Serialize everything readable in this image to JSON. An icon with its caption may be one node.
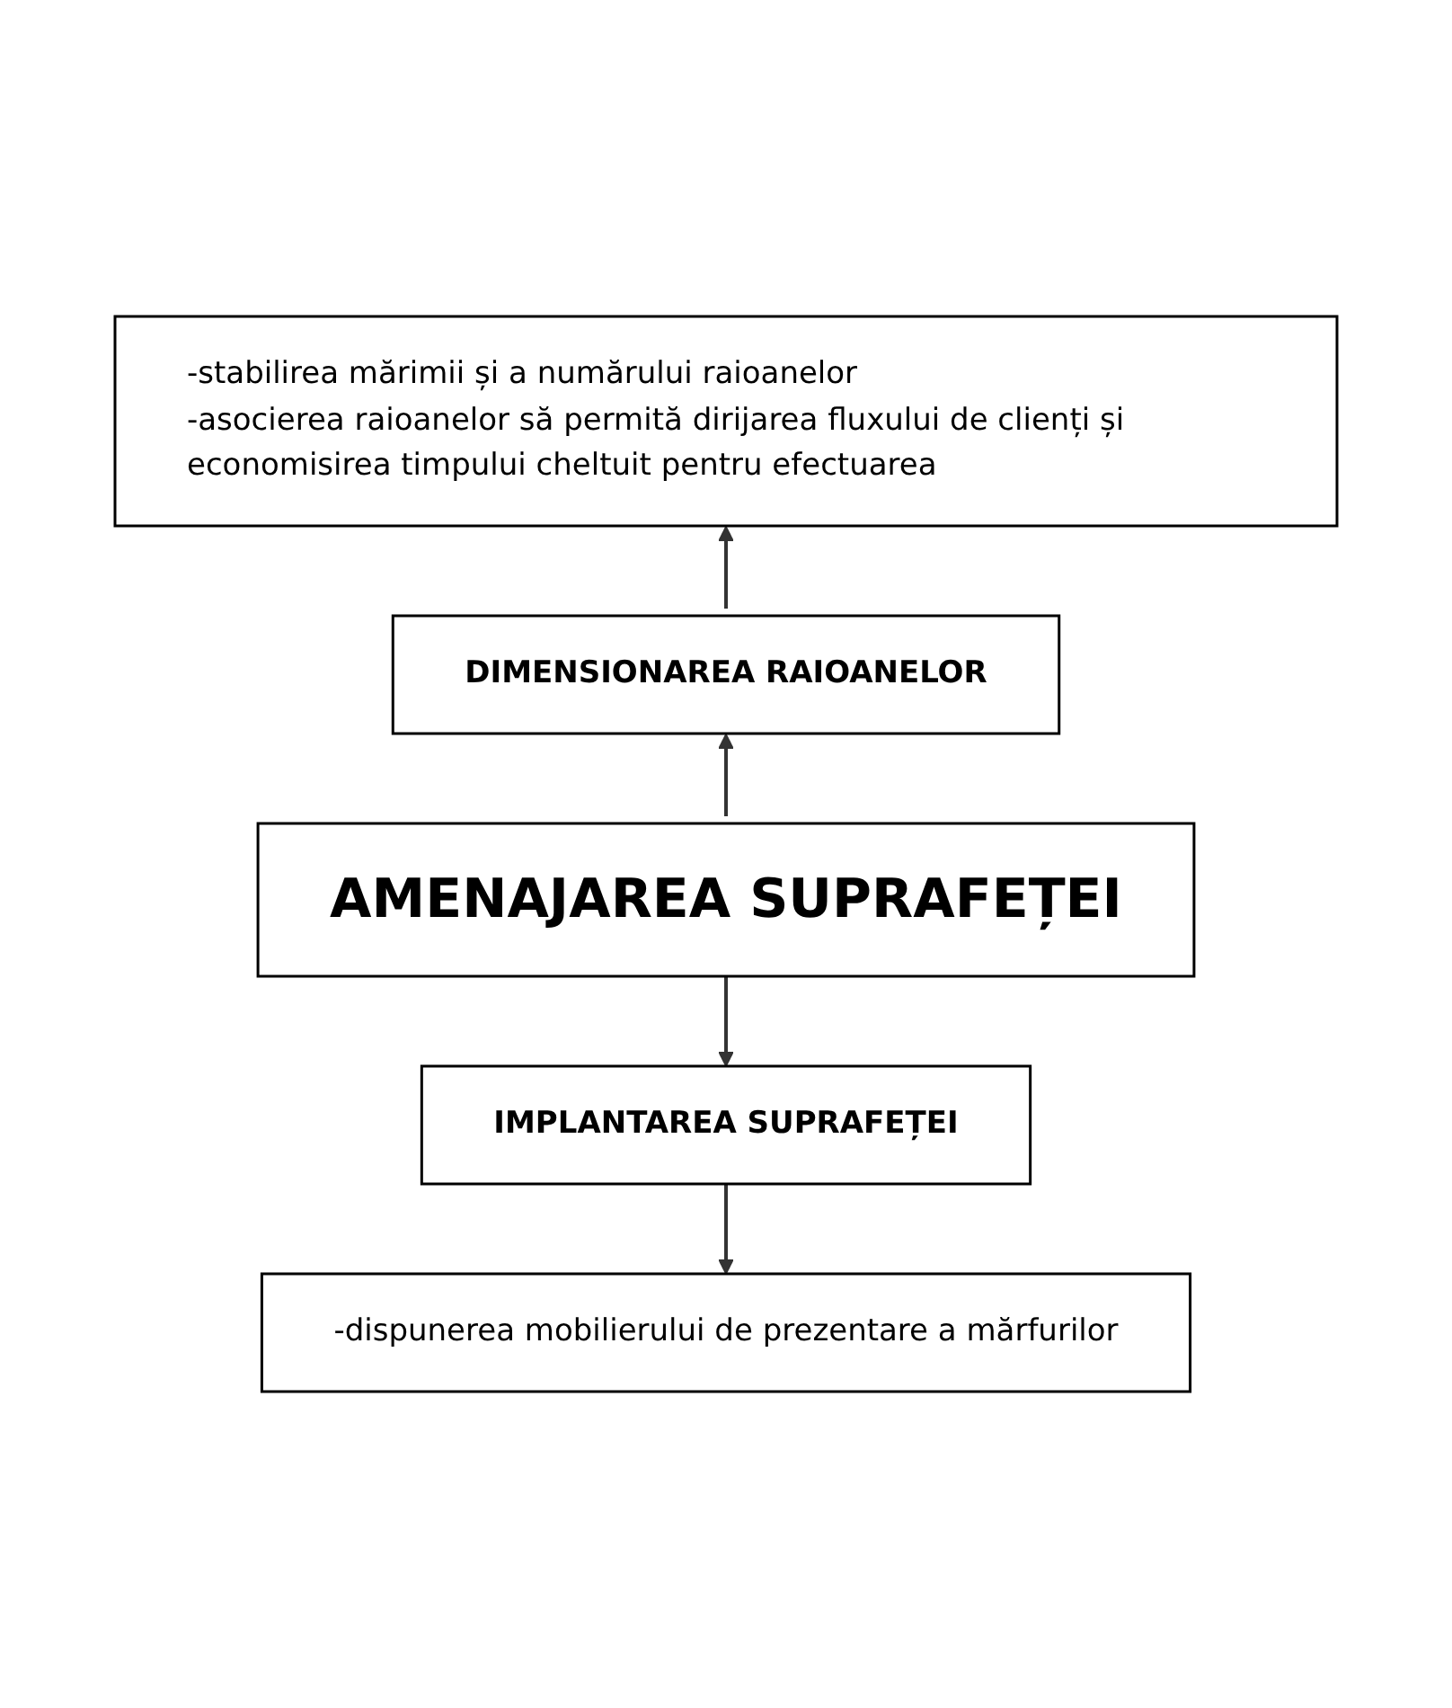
{
  "diagram": {
    "nodes": [
      {
        "text": [
          "-stabilirea mărimii și a numărului raioanelor",
          "-asocierea raioanelor să permită dirijarea fluxului de clienți și economisirea timpului cheltuit pentru efectuarea"
        ]
      },
      {
        "text": [
          "DIMENSIONAREA RAIOANELOR"
        ]
      },
      {
        "text": [
          "AMENAJAREA SUPRAFEȚEI"
        ]
      },
      {
        "text": [
          "IMPLANTAREA SUPRAFEȚEI"
        ]
      },
      {
        "text": [
          "-dispunerea mobilierului de prezentare a mărfurilor"
        ]
      }
    ],
    "edges": [
      {
        "from": 1,
        "to": 0,
        "arrow": "to"
      },
      {
        "from": 2,
        "to": 1,
        "arrow": "to"
      },
      {
        "from": 2,
        "to": 3,
        "arrow": "to"
      },
      {
        "from": 3,
        "to": 4,
        "arrow": "to"
      }
    ]
  }
}
